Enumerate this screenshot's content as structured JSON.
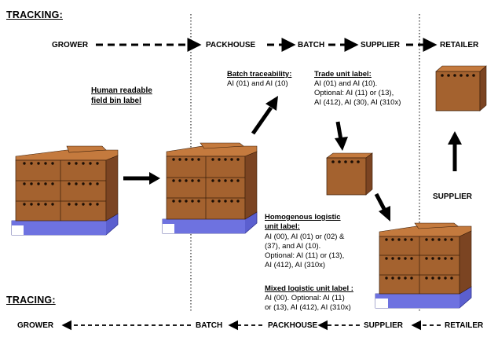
{
  "tracking_label": "TRACKING:",
  "tracing_label": "TRACING:",
  "tracking_flow": [
    "GROWER",
    "PACKHOUSE",
    "BATCH",
    "SUPPLIER",
    "RETAILER"
  ],
  "tracing_flow": [
    "GROWER",
    "BATCH",
    "PACKHOUSE",
    "SUPPLIER",
    "RETAILER"
  ],
  "supplier_side_label": "SUPPLIER",
  "field_bin": {
    "line1": "Human readable",
    "line2": "field bin label"
  },
  "batch_traceability": {
    "title": "Batch traceability:",
    "text": "AI (01) and AI (10)"
  },
  "trade_unit": {
    "title": "Trade unit label:",
    "lines": [
      "AI (01) and AI (10).",
      "Optional: AI (11) or (13),",
      "AI (412), AI (30), AI (310x)"
    ]
  },
  "homogenous": {
    "title1": "Homogenous logistic",
    "title2": "unit label:",
    "lines": [
      "AI (00), AI (01) or (02) &",
      "(37), and AI (10).",
      "Optional: AI (11) or (13),",
      "AI (412), AI (310x)"
    ]
  },
  "mixed": {
    "title": "Mixed logistic unit label :",
    "lines": [
      "AI (00). Optional: AI (11)",
      "or (13), AI (412), AI (310x)"
    ]
  },
  "colors": {
    "box_front": "#a4622f",
    "box_side": "#7b4422",
    "box_top": "#c47a3e",
    "pallet": "#5b5fcf",
    "pallet_edge": "#2f318a"
  }
}
